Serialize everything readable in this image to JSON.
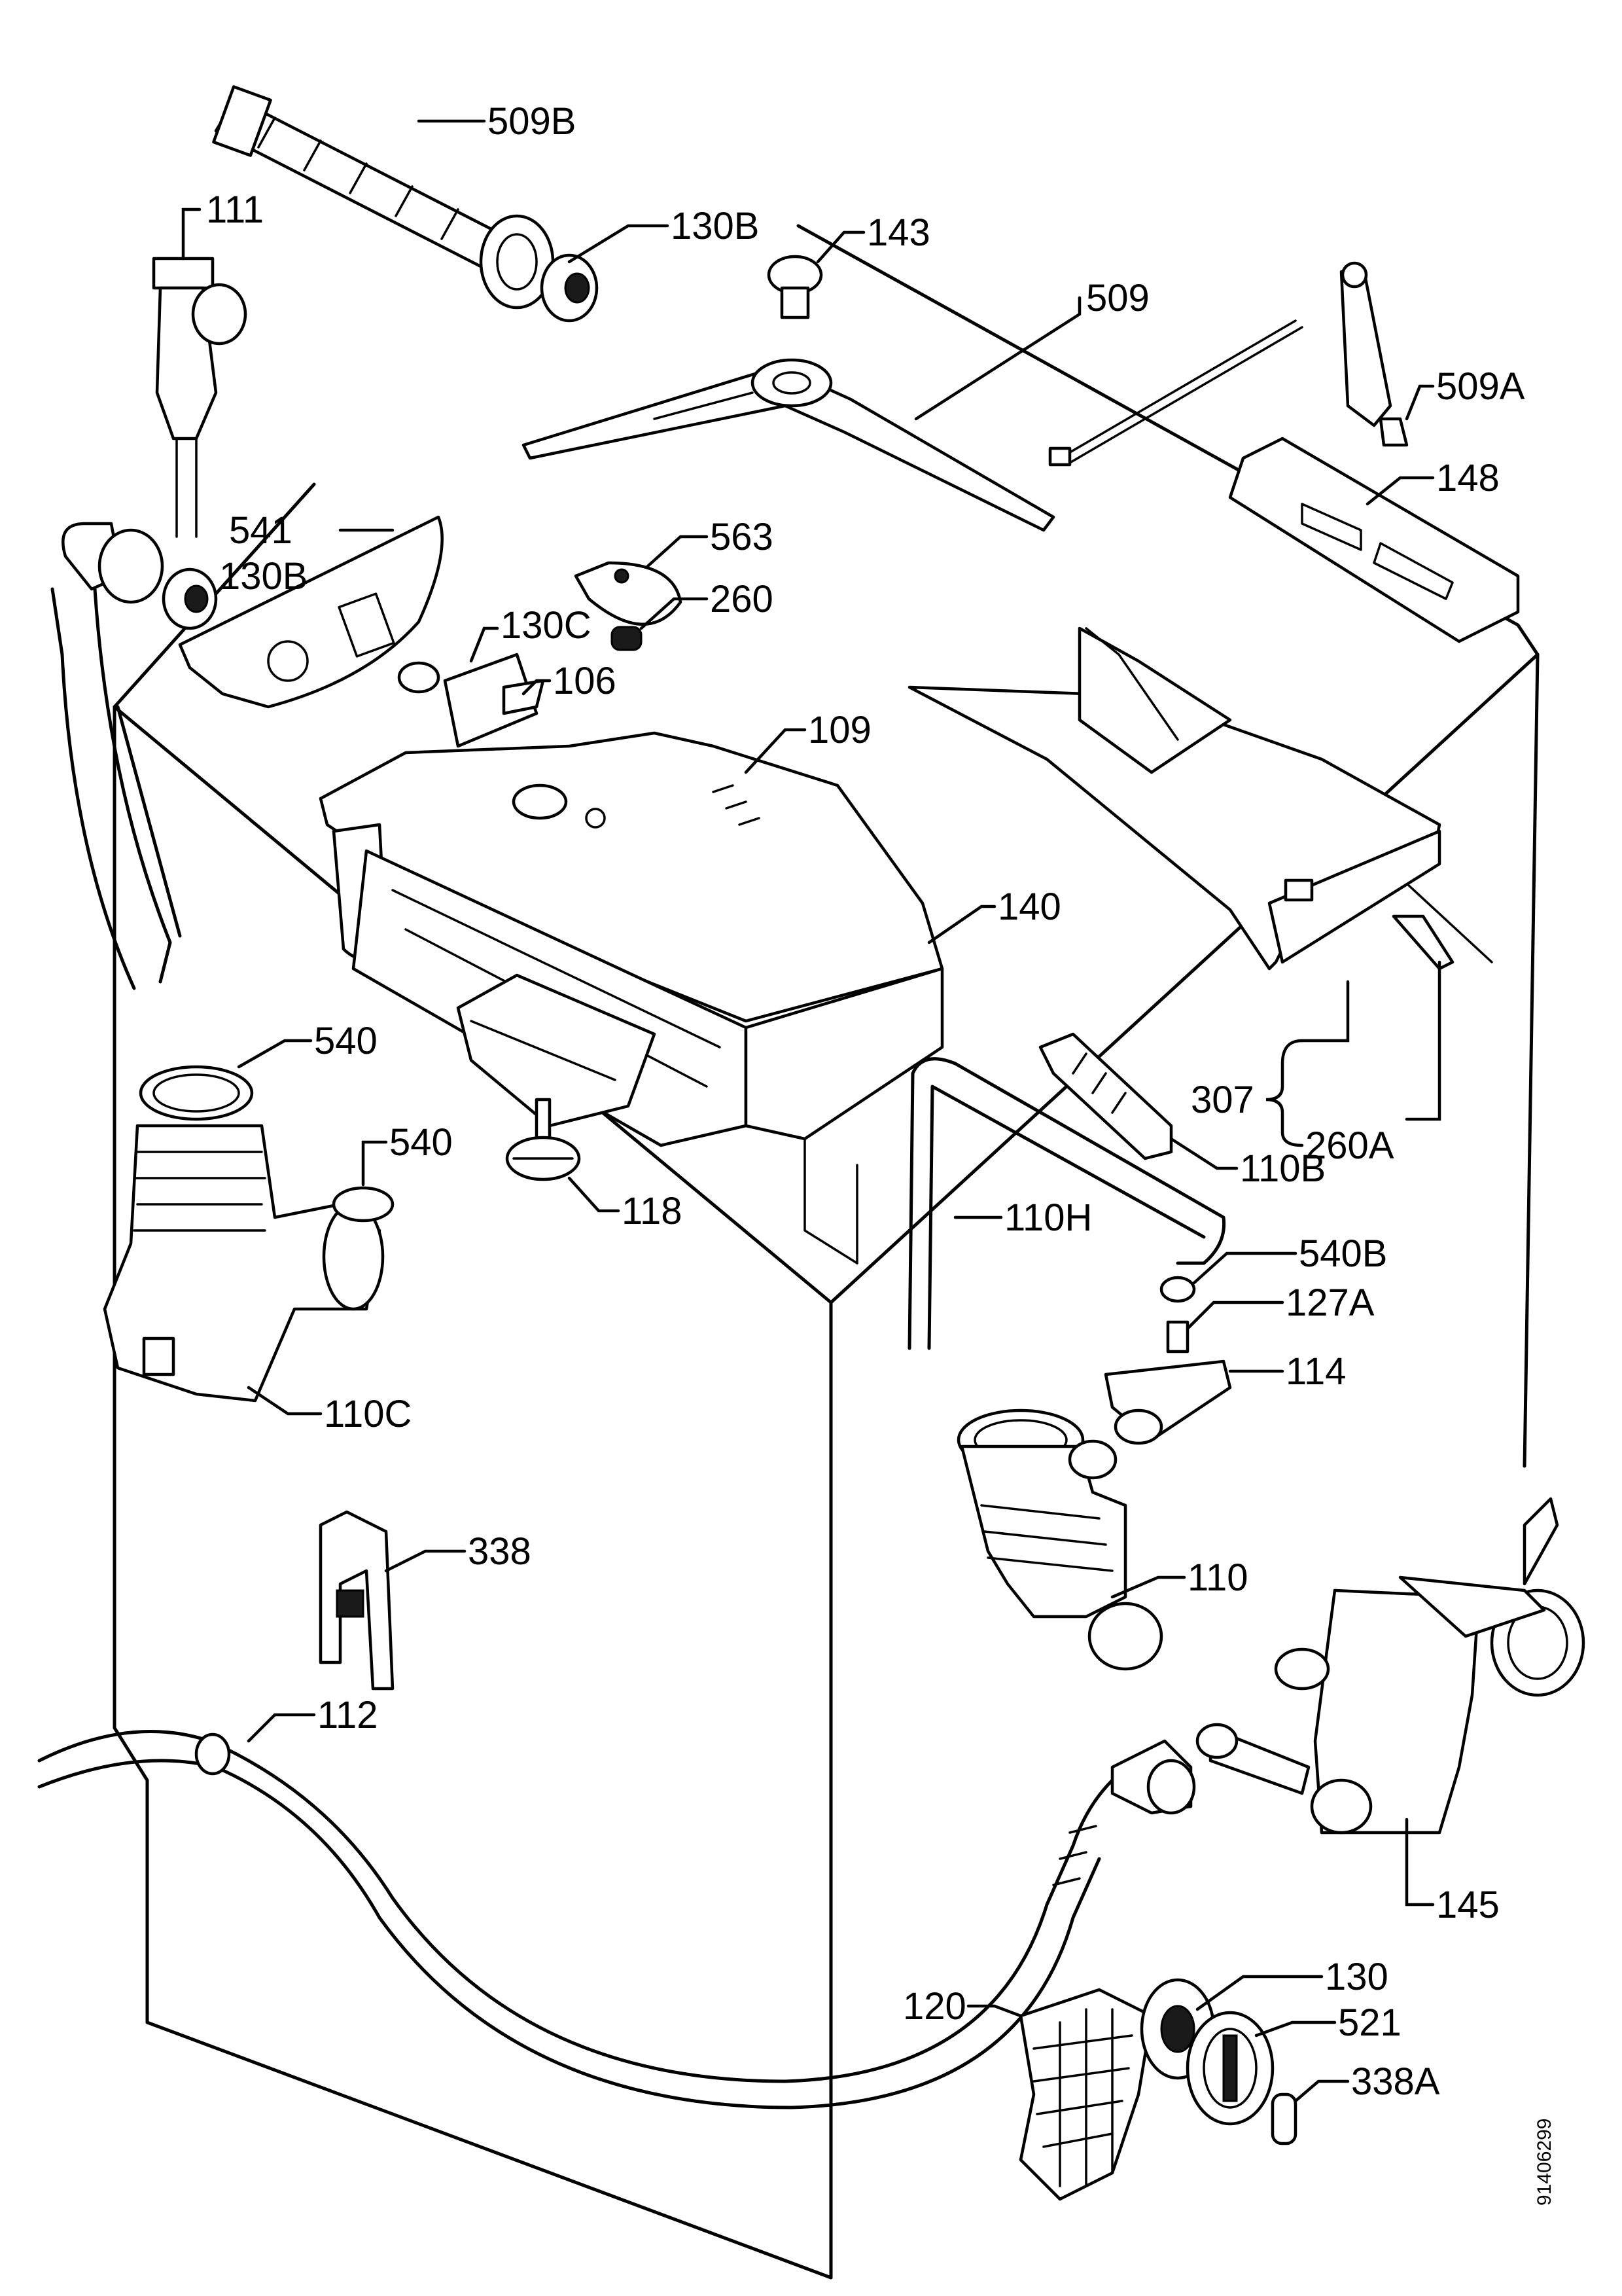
{
  "diagram": {
    "part_labels": {
      "p509b": "509B",
      "p111": "111",
      "p130b_top": "130B",
      "p143": "143",
      "p509": "509",
      "p509a": "509A",
      "p148": "148",
      "p541": "541",
      "p130b": "130B",
      "p563": "563",
      "p260": "260",
      "p130c": "130C",
      "p106": "106",
      "p109": "109",
      "p140": "140",
      "p540_a": "540",
      "p540_b": "540",
      "p307": "307",
      "p260a": "260A",
      "p110b": "110B",
      "p118": "118",
      "p110h": "110H",
      "p540b": "540B",
      "p127a": "127A",
      "p114": "114",
      "p110c": "110C",
      "p338": "338",
      "p110": "110",
      "p112": "112",
      "p145": "145",
      "p130": "130",
      "p120": "120",
      "p521": "521",
      "p338a": "338A"
    },
    "drawing_number": "91406299"
  }
}
